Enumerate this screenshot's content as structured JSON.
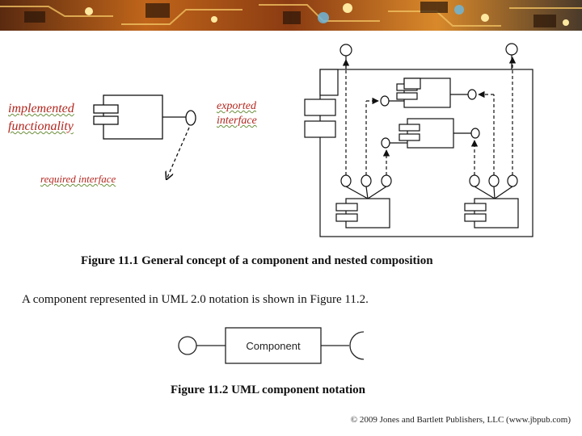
{
  "banner": {
    "icon": "circuit-board-photo"
  },
  "figure_11_1": {
    "labels": {
      "implemented": "implemented",
      "functionality": "functionality",
      "exported_line1": "exported",
      "exported_line2": "interface",
      "required_interface": "required interface"
    },
    "caption": "Figure 11.1 General concept of a component and nested composition"
  },
  "body_text": "A component represented in UML 2.0 notation is shown in Figure 11.2.",
  "figure_11_2": {
    "component_label": "Component",
    "caption": "Figure 11.2 UML component notation"
  },
  "copyright": "© 2009 Jones and Bartlett Publishers, LLC (www.jbpub.com)",
  "colors": {
    "label_red": "#b3261e",
    "line": "#111111"
  }
}
